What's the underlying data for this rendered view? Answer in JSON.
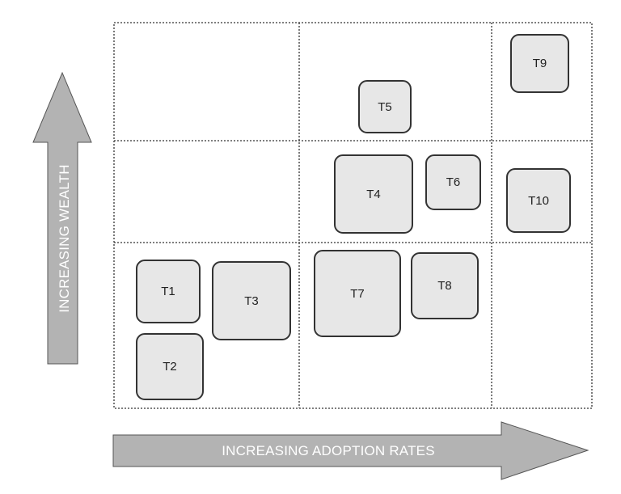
{
  "axes": {
    "y_label": "INCREASING WEALTH",
    "x_label": "INCREASING ADOPTION RATES"
  },
  "tiles": [
    "T1",
    "T2",
    "T3",
    "T4",
    "T5",
    "T6",
    "T7",
    "T8",
    "T9",
    "T10"
  ],
  "colors": {
    "tile_fill": "#e7e7e7",
    "tile_border": "#333333",
    "arrow_fill": "#b3b3b3",
    "arrow_border": "#555555",
    "grid_line": "#333333"
  }
}
